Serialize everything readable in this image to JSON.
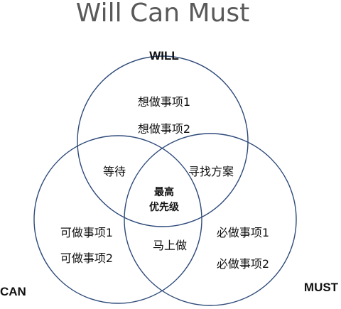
{
  "title": "Will Can Must",
  "colors": {
    "circle_stroke": "#2E4A7A",
    "title_text": "#595959",
    "text": "#111111"
  },
  "sets": {
    "will": {
      "label": "WILL",
      "items": [
        "想做事项1",
        "想做事项2"
      ]
    },
    "can": {
      "label": "CAN",
      "items": [
        "可做事项1",
        "可做事项2"
      ]
    },
    "must": {
      "label": "MUST",
      "items": [
        "必做事项1",
        "必做事项2"
      ]
    }
  },
  "overlaps": {
    "will_can": "等待",
    "will_must": "寻找方案",
    "can_must": "马上做",
    "center": [
      "最高",
      "优先级"
    ]
  }
}
